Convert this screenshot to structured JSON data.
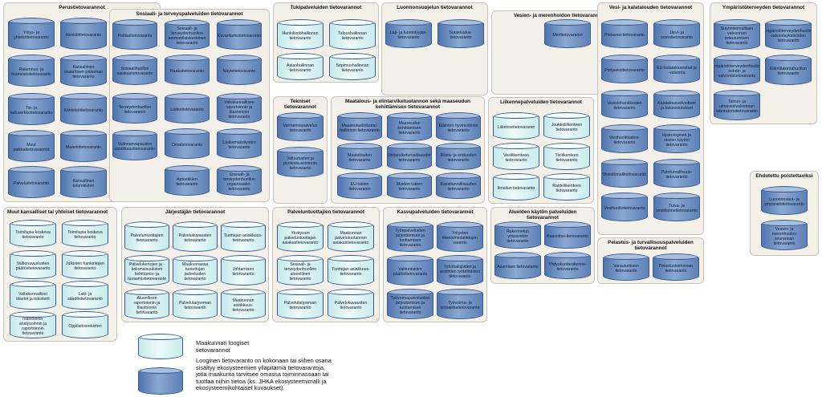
{
  "groups": [
    {
      "id": "g1",
      "title": "Perustietovarannot"
    },
    {
      "id": "g2",
      "title": "Sosiaali- ja terveyspalveluiden tietovarannot"
    },
    {
      "id": "g3",
      "title": "Tukipalveluiden tietovarannot"
    },
    {
      "id": "g4",
      "title": "Luonnonsuojelun tietovarannot"
    },
    {
      "id": "g5",
      "title": "Vesien- ja merenhoidon tietovarannot"
    },
    {
      "id": "g6",
      "title": "Vesi- ja kalatalouden tietovarannot"
    },
    {
      "id": "g7",
      "title": "Ympäristöterveyden tietovarannot"
    },
    {
      "id": "g8",
      "title": "Tekniset tietovarannot"
    },
    {
      "id": "g9",
      "title": "Maatalous- ja elintarviketuotannon sekä maaseudun kehittämisen tietovarannot"
    },
    {
      "id": "g10",
      "title": "Liikennepalveluiden tietovarannot"
    },
    {
      "id": "g11",
      "title": "Ehdotettu poistettaviksi"
    },
    {
      "id": "g12",
      "title": "Muut kansalliset tai yhteiset tietovarannot"
    },
    {
      "id": "g13",
      "title": "Järjestäjän tietovarannot"
    },
    {
      "id": "g14",
      "title": "Palveluntuottajien tietovarannot"
    },
    {
      "id": "g15",
      "title": "Kasvupalveluiden tietovarannot"
    },
    {
      "id": "g16",
      "title": "Alueiden käytön palveluiden tietovarannot"
    },
    {
      "id": "g17",
      "title": "Pelastus- ja turvallisuuspalveluiden tietovarannot"
    }
  ],
  "cylinders": [
    {
      "label": "Yritys- ja yhteisötietovaranto",
      "t": "dark"
    },
    {
      "label": "Henkilötietovaranto",
      "t": "dark"
    },
    {
      "label": "Rakennus- ja huoneistotietovaranto",
      "t": "dark"
    },
    {
      "label": "Kansallinen osaamisen pääoman tietovaranto",
      "t": "dark"
    },
    {
      "label": "Tie- ja katuverkkotietovaranto",
      "t": "dark"
    },
    {
      "label": "Kiinteistötietovaranto",
      "t": "dark"
    },
    {
      "label": "Muut paikkatietovarannot",
      "t": "dark"
    },
    {
      "label": "Maastotietovaranto",
      "t": "dark"
    },
    {
      "label": "Palvelutietovaranto",
      "t": "dark"
    },
    {
      "label": "Kansallinen tulorekisteri",
      "t": "dark"
    },
    {
      "label": "Potilastietovaranto",
      "t": "dark"
    },
    {
      "label": "Sosiaali- ja terveydenhuollon ammattilaiskeskinen tietovaranto",
      "t": "dark"
    },
    {
      "label": "Kuvantamistietovaranto",
      "t": "dark"
    },
    {
      "label": "Sosiaalihuollon asiakastietovaranto",
      "t": "dark"
    },
    {
      "label": "Raakatietovaranto",
      "t": "dark"
    },
    {
      "label": "Näytetietovaranto",
      "t": "dark"
    },
    {
      "label": "Terveydenhuollon tietovaranto",
      "t": "dark"
    },
    {
      "label": "Lääketietovaranto",
      "t": "dark"
    },
    {
      "label": "Valtakunnallisen raportoinnin ja tilastoinnin tietovaranto",
      "t": "dark"
    },
    {
      "label": "Valinnanvapauden asiakkuustietovaranto",
      "t": "dark"
    },
    {
      "label": "Omatietovaranto",
      "t": "dark"
    },
    {
      "label": "Lääkemääräysten tietovaranto",
      "t": "dark"
    },
    {
      "label": "Apteekkien tietovaranto",
      "t": "dark"
    },
    {
      "label": "Sosiaali- ja terveydenhuollon organisaatio-tietovaranto",
      "t": "dark"
    },
    {
      "label": "Henkilöstöhallinnon tietovaranto",
      "t": "light"
    },
    {
      "label": "Taloushallinnan tietovaranto",
      "t": "light"
    },
    {
      "label": "Asianhallinnan tietovaranto",
      "t": "light"
    },
    {
      "label": "Sopimushallinnan tietovaranto",
      "t": "light"
    },
    {
      "label": "Laji- ja luontotyyppi-tietovaranto",
      "t": "dark"
    },
    {
      "label": "Suojelualue-tietovaranto",
      "t": "dark"
    },
    {
      "label": "Meritietovaranto",
      "t": "dark"
    },
    {
      "label": "Pintavesi-tietovaranto",
      "t": "dark"
    },
    {
      "label": "Järvi- ja uomatietovaranto",
      "t": "dark"
    },
    {
      "label": "Pohjavesitietovaranto",
      "t": "dark"
    },
    {
      "label": "EU-kalatalousrahat ja -valvonta",
      "t": "dark"
    },
    {
      "label": "Vesistöhankkeiden tietovaranto",
      "t": "dark"
    },
    {
      "label": "Kalatalousvelvoitteet ja kalanistutukset",
      "t": "dark"
    },
    {
      "label": "Vesihuoltolaitos-tietovaranto",
      "t": "dark"
    },
    {
      "label": "Hydrologinen ja vesien käytön tietovaranto",
      "t": "dark"
    },
    {
      "label": "Vesistömallitietovaranto",
      "t": "dark"
    },
    {
      "label": "Patoturvallisuus-tietovaranto",
      "t": "dark"
    },
    {
      "label": "Vesihuoltotietovaranto",
      "t": "dark"
    },
    {
      "label": "Tulva- ja vesitilannetietovaranto",
      "t": "dark"
    },
    {
      "label": "Suunnitelmallisen valvonnan toteutumisen tietovaranto",
      "t": "dark"
    },
    {
      "label": "Ympäristöterveydenhuollon valvontayksiköiden tietovaranto",
      "t": "dark"
    },
    {
      "label": "Ympäristöterveydenhuollon kohde- ja valvontatietovaranto",
      "t": "dark"
    },
    {
      "label": "Eläinlääkintähuollon tietovaranto",
      "t": "dark"
    },
    {
      "label": "Talous- ja uimavesivalvonnan laboratoriotietovaranto",
      "t": "dark"
    },
    {
      "label": "Varmennepalvelun tietovaranto",
      "t": "dark"
    },
    {
      "label": "Valtuutusten ja puolesta-asioinnin tietovaranto",
      "t": "dark"
    },
    {
      "label": "Maaseutuelinkeino-hallinnon tietovaranto",
      "t": "dark"
    },
    {
      "label": "Maaseudun kehittämisen tietovaranto",
      "t": "dark"
    },
    {
      "label": "Eläinten hyvinvoinnin tietovaranto",
      "t": "dark"
    },
    {
      "label": "Maatalouden tietovaranto",
      "t": "dark"
    },
    {
      "label": "Elintarviketurvallisuuden tietovaranto",
      "t": "dark"
    },
    {
      "label": "Riista- ja eräluoden tietovaranto",
      "t": "dark"
    },
    {
      "label": "EU-tukien tietovaranto",
      "t": "dark"
    },
    {
      "label": "Muiden tukien tietovaranto",
      "t": "dark"
    },
    {
      "label": "Kasviturvallisuuden tietovaranto",
      "t": "dark"
    },
    {
      "label": "Liikennetietovaranto",
      "t": "light"
    },
    {
      "label": "Joukkoliikenteen tietovaranto",
      "t": "light"
    },
    {
      "label": "Vesiliikenteen tietovaranto",
      "t": "light"
    },
    {
      "label": "Tieliikenteen tietovaranto",
      "t": "light"
    },
    {
      "label": "Ilmailun tietovaranto",
      "t": "light"
    },
    {
      "label": "Raideliikenteen tietovaranto",
      "t": "light"
    },
    {
      "label": "Luonnonvara- ja ympäristötietovaranto",
      "t": "dark"
    },
    {
      "label": "Vesien- ja merenhoidon seurannan tietovaranto",
      "t": "dark"
    },
    {
      "label": "Toimilupia koskeva tietovaranto",
      "t": "light"
    },
    {
      "label": "Toimilupia koskeva tietovaranto",
      "t": "light"
    },
    {
      "label": "Valtionavustusten päätöstietovaranto",
      "t": "light"
    },
    {
      "label": "Julkisten hankintojen tietovaranto",
      "t": "light"
    },
    {
      "label": "Valtakunnalliset tilastot ja rekisterit",
      "t": "light"
    },
    {
      "label": "Laki- ja säädöstietovaranto",
      "t": "light"
    },
    {
      "label": "Tilastoinnin, analysoinnin ja raportoinnin tietovaranto",
      "t": "light"
    },
    {
      "label": "Oppilaitosrekisteri",
      "t": "light"
    },
    {
      "label": "Palveluntuottajien tietovaranto",
      "t": "light"
    },
    {
      "label": "Palvelukuvausten tietovaranto",
      "t": "light"
    },
    {
      "label": "Tuottajan asiakkuus-tietovaranto",
      "t": "light"
    },
    {
      "label": "Palvelukertojen ja -kokonaisuuksien kehittämis- ja tuvaamistietovaranto",
      "t": "light"
    },
    {
      "label": "Maakunnassa tuotettujen palveluiden tietovaranto",
      "t": "light"
    },
    {
      "label": "Johtamisen tietovaranto",
      "t": "light"
    },
    {
      "label": "Alueellisen raportoinnin ja tilastoinnin tietovaranto",
      "t": "light"
    },
    {
      "label": "Palvelutarjooman tietovaranto",
      "t": "light"
    },
    {
      "label": "Maakunnan asiakkuus-tietovaranto",
      "t": "light"
    },
    {
      "label": "Yksityisen palveluntuottajan asiakastietovaranto",
      "t": "light"
    },
    {
      "label": "Maakunnan palvelutuotannon asiakastietovaranto",
      "t": "light"
    },
    {
      "label": "Sosiaali- ja terveydenhuollon alueellinen tietovaranto",
      "t": "light"
    },
    {
      "label": "Tuottajan asiakkuus-tietovaranto",
      "t": "light"
    },
    {
      "label": "Palvelutarjooman tietovaranto",
      "t": "light"
    },
    {
      "label": "Palvelukuvausten tietovaranto",
      "t": "light"
    },
    {
      "label": "Työnpalveluiden järjestämisen ja tuottamisen tietovaranto",
      "t": "dark"
    },
    {
      "label": "Yritysten liiketoimintatietojen varanto",
      "t": "dark"
    },
    {
      "label": "Valtiontukien päätöstietovaranto",
      "t": "dark"
    },
    {
      "label": "Työnhakijoiden ja avoimien työtehtävien tietovaranto",
      "t": "dark"
    },
    {
      "label": "Työvoimapalveluiden järjestämisen ja tuottamisen tietovaranto",
      "t": "dark"
    },
    {
      "label": "Työvoima- ja työpaikkatietovaranto",
      "t": "dark"
    },
    {
      "label": "Rakennetun ympäristön tietovaranto",
      "t": "dark"
    },
    {
      "label": "Kaavoitus-tietovaranto",
      "t": "dark"
    },
    {
      "label": "Asumisen tietovaranto",
      "t": "dark"
    },
    {
      "label": "Yhdyskuntarakenne-tietovaranto",
      "t": "dark"
    },
    {
      "label": "Varautumisen tietovaranto",
      "t": "dark"
    },
    {
      "label": "Pelastustoiminnan tietovaranto",
      "t": "dark"
    }
  ],
  "legend": {
    "light_text": "Maakunnan loogiset tietovarannot",
    "dark_text": "Looginen tietovaranto on kokonaan tai siihen osana sisältyy ekosysteemien ylläpitämiä tietovarantoja, joita maakunta tarvitsee omassa toiminnassaan tai tuottaa niihin tietoa (ks. JHKA ekosysteemimalli ja ekosysteemikohtaiset kuvaukset)."
  },
  "colors": {
    "dark_fill": "#6f91c4",
    "light_fill": "#dcf4f5",
    "group_bg": "#f3f0e9"
  }
}
